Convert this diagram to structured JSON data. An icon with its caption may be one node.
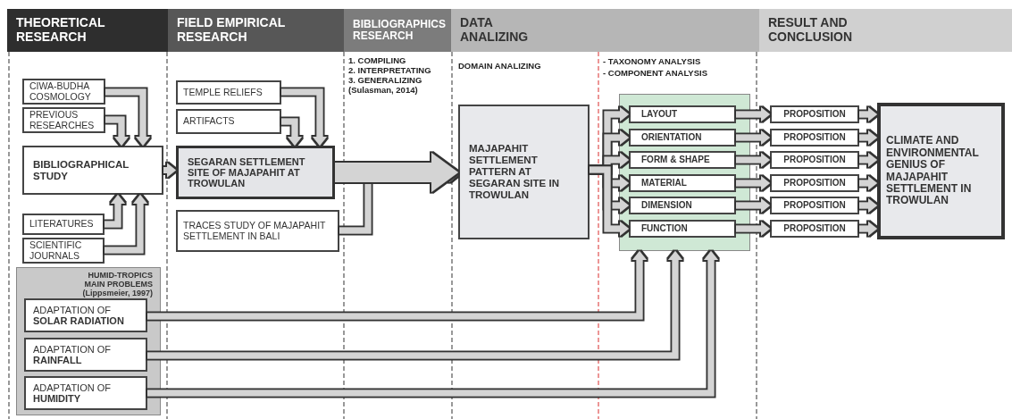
{
  "diagram": {
    "nodes": [
      {
        "text": [
          "THEORETICAL RESEARCH"
        ]
      },
      {
        "text": [
          "FIELD EMPIRICAL RESEARCH"
        ]
      },
      {
        "text": [
          "BIBLIOGRAPHICS RESEARCH"
        ]
      },
      {
        "text": [
          "DATA ANALIZING"
        ]
      },
      {
        "text": [
          "RESULT AND CONCLUSION"
        ]
      },
      {
        "text": [
          "CIWA-BUDHA COSMOLOGY"
        ]
      },
      {
        "text": [
          "PREVIOUS RESEARCHES"
        ]
      },
      {
        "text": [
          "BIBLIOGRAPHICAL STUDY"
        ]
      },
      {
        "text": [
          "LITERATURES"
        ]
      },
      {
        "text": [
          "SCIENTIFIC JOURNALS"
        ]
      },
      {
        "text": [
          "HUMID-TROPICS MAIN PROBLEMS",
          "(Lippsmeier, 1997)"
        ]
      },
      {
        "text": [
          "ADAPTATION OF **SOLAR RADIATION**"
        ],
        "in": 10
      },
      {
        "text": [
          "ADAPTATION OF **RAINFALL**"
        ],
        "in": 10
      },
      {
        "text": [
          "ADAPTATION OF **HUMIDITY**"
        ],
        "in": 10
      },
      {
        "text": [
          "TEMPLE RELIEFS"
        ]
      },
      {
        "text": [
          "ARTIFACTS"
        ]
      },
      {
        "text": [
          "SEGARAN SETTLEMENT SITE OF MAJAPAHIT AT TROWULAN"
        ]
      },
      {
        "text": [
          "TRACES STUDY OF MAJAPAHIT SETTLEMENT IN BALI"
        ]
      },
      {
        "text": [
          "MAJAPAHIT SETTLEMENT PATTERN AT SEGARAN SITE IN TROWULAN"
        ]
      },
      {
        "text": [],
        "shape": "box"
      },
      {
        "text": [
          "LAYOUT"
        ],
        "in": 19
      },
      {
        "text": [
          "ORIENTATION"
        ],
        "in": 19
      },
      {
        "text": [
          "FORM & SHAPE"
        ],
        "in": 19
      },
      {
        "text": [
          "MATERIAL"
        ],
        "in": 19
      },
      {
        "text": [
          "DIMENSION"
        ],
        "in": 19
      },
      {
        "text": [
          "FUNCTION"
        ],
        "in": 19
      },
      {
        "text": [
          "PROPOSITION"
        ]
      },
      {
        "text": [
          "PROPOSITION"
        ]
      },
      {
        "text": [
          "PROPOSITION"
        ]
      },
      {
        "text": [
          "PROPOSITION"
        ]
      },
      {
        "text": [
          "PROPOSITION"
        ]
      },
      {
        "text": [
          "PROPOSITION"
        ]
      },
      {
        "text": [
          "CLIMATE AND ENVIRONMENTAL GENIUS OF MAJAPAHIT SETTLEMENT IN TROWULAN"
        ]
      }
    ],
    "edges": [
      {
        "from": 5,
        "to": 7,
        "arrow": "to"
      },
      {
        "from": 6,
        "to": 7,
        "arrow": "to"
      },
      {
        "from": 8,
        "to": 7,
        "arrow": "to"
      },
      {
        "from": 9,
        "to": 7,
        "arrow": "to"
      },
      {
        "from": 7,
        "to": 16,
        "arrow": "to"
      },
      {
        "from": 14,
        "to": 16,
        "arrow": "to"
      },
      {
        "from": 15,
        "to": 16,
        "arrow": "to"
      },
      {
        "from": 16,
        "to": 18,
        "arrow": "to",
        "style": "thick"
      },
      {
        "from": 17,
        "to": 18,
        "arrow": "to"
      },
      {
        "from": 18,
        "to": 20,
        "arrow": "to"
      },
      {
        "from": 18,
        "to": 21,
        "arrow": "to"
      },
      {
        "from": 18,
        "to": 22,
        "arrow": "to"
      },
      {
        "from": 18,
        "to": 23,
        "arrow": "to"
      },
      {
        "from": 18,
        "to": 24,
        "arrow": "to"
      },
      {
        "from": 18,
        "to": 25,
        "arrow": "to"
      },
      {
        "from": 11,
        "to": 19,
        "arrow": "to"
      },
      {
        "from": 12,
        "to": 19,
        "arrow": "to"
      },
      {
        "from": 13,
        "to": 19,
        "arrow": "to"
      },
      {
        "from": 20,
        "to": 26,
        "arrow": "to"
      },
      {
        "from": 21,
        "to": 27,
        "arrow": "to"
      },
      {
        "from": 22,
        "to": 28,
        "arrow": "to"
      },
      {
        "from": 23,
        "to": 29,
        "arrow": "to"
      },
      {
        "from": 24,
        "to": 30,
        "arrow": "to"
      },
      {
        "from": 25,
        "to": 31,
        "arrow": "to"
      },
      {
        "from": 26,
        "to": 32,
        "arrow": "to"
      },
      {
        "from": 27,
        "to": 32,
        "arrow": "to"
      },
      {
        "from": 28,
        "to": 32,
        "arrow": "to"
      },
      {
        "from": 29,
        "to": 32,
        "arrow": "to"
      },
      {
        "from": 30,
        "to": 32,
        "arrow": "to"
      },
      {
        "from": 31,
        "to": 32,
        "arrow": "to"
      }
    ],
    "labels": [
      "1. COMPILING",
      "2. INTERPRETATING",
      "3. GENERALIZING",
      "(Sulasman, 2014)",
      "DOMAIN ANALIZING",
      "- TAXONOMY ANALYSIS",
      "- COMPONENT ANALYSIS"
    ]
  }
}
